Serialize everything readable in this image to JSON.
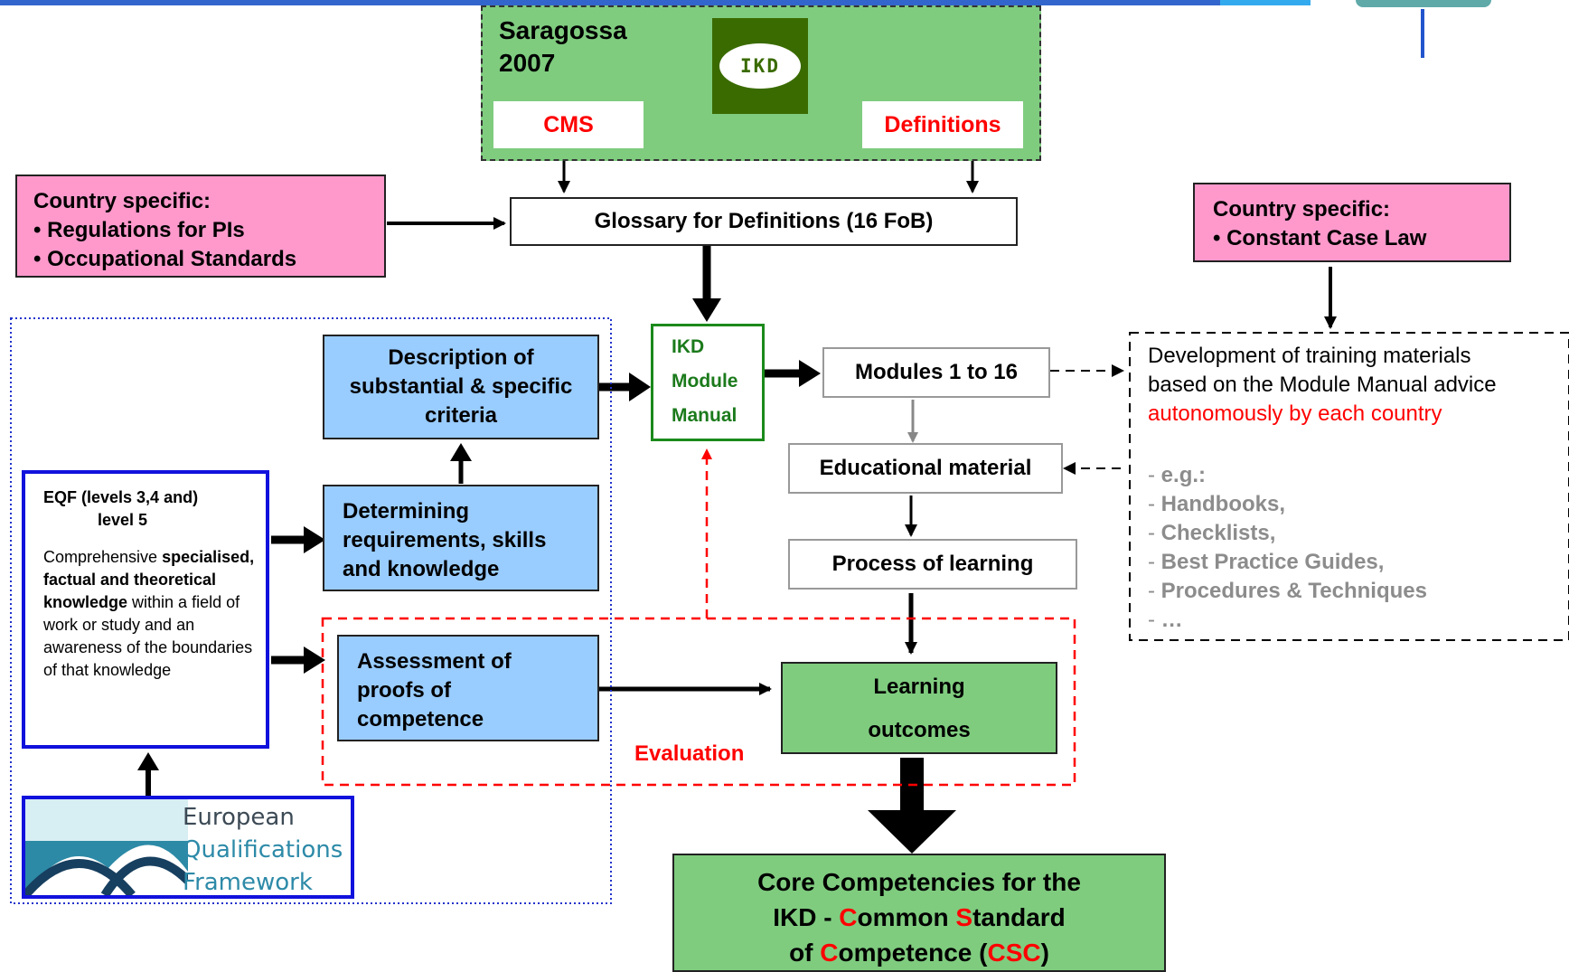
{
  "saragossa": {
    "title": "Saragossa",
    "year": "2007",
    "logo": "IKD",
    "cms": "CMS",
    "definitions": "Definitions"
  },
  "country_left": {
    "title": "Country specific:",
    "items": [
      "• Regulations for PIs",
      "• Occupational Standards"
    ]
  },
  "country_right": {
    "title": "Country specific:",
    "items": [
      "• Constant Case Law"
    ]
  },
  "glossary": "Glossary for Definitions (16 FoB)",
  "module_manual": [
    "IKD",
    "Module",
    "Manual"
  ],
  "modules": "Modules 1 to 16",
  "educational_material": "Educational material",
  "process_of_learning": "Process of learning",
  "learning_outcomes": [
    "Learning",
    "outcomes"
  ],
  "description": "Description of substantial & specific criteria",
  "determining": "Determining requirements, skills and knowledge",
  "assessment": "Assessment of proofs of competence",
  "evaluation": "Evaluation",
  "eqf": {
    "heading_line1": "EQF  (levels 3,4 and)",
    "heading_line2": "level 5",
    "text_intro": "Comprehensive",
    "text_bold": "specialised, factual and theoretical knowledge",
    "text_rest": "within a field of work or study and an awareness of the boundaries of that knowledge"
  },
  "eqf_logo": {
    "line1": "European",
    "line2": "Qualifications",
    "line3": "Framework"
  },
  "development": {
    "line1": "Development of training materials",
    "line2": "based on the Module Manual advice",
    "line3_red": "autonomously by each country",
    "examples": [
      "e.g.:",
      "Handbooks,",
      "Checklists,",
      "Best Practice Guides,",
      "Procedures & Techniques",
      "…"
    ]
  },
  "csc": {
    "line1": "Core Competencies for the",
    "line2_pre": "IKD - ",
    "c1": "C",
    "w1": "ommon ",
    "s1": "S",
    "w2": "tandard",
    "line3_pre": "of ",
    "c2": "C",
    "w3": "ompetence (",
    "abbr": "CSC",
    "close": ")"
  },
  "colors": {
    "blue_box": "#99ccff",
    "green_box": "#7fcc7f",
    "pink_box": "#ff99cc",
    "accent_red": "#ff0000",
    "header_bar": "#3366cc"
  }
}
